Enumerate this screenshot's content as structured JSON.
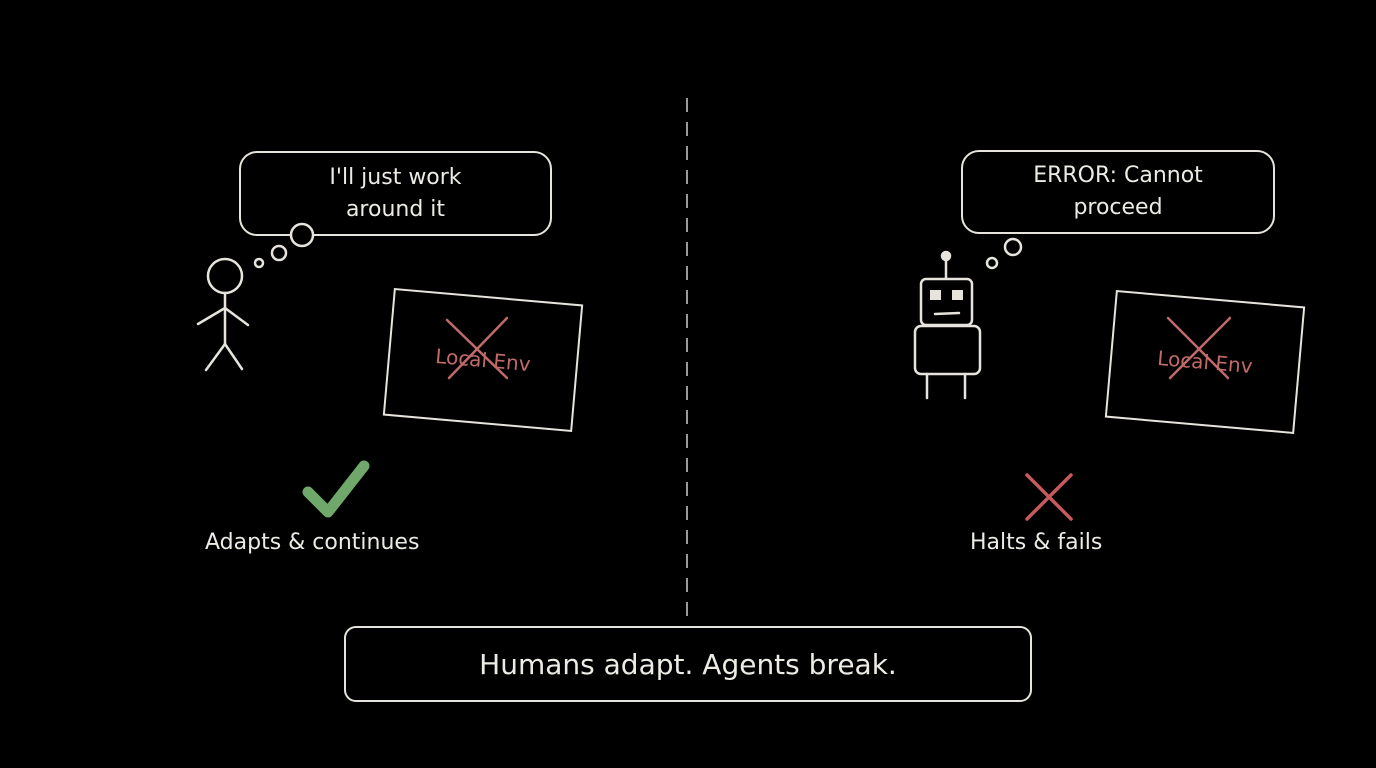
{
  "divider": {
    "style": "dashed",
    "color": "#9a9a9a"
  },
  "left_panel": {
    "actor": "human-stick-figure",
    "thought": "I'll just work around it",
    "thought_lines": [
      "I'll just work",
      "around it"
    ],
    "env_box_label": "Local Env",
    "env_box_status": "crossed-out",
    "result_icon": "checkmark-icon",
    "result_color": "#6fa86a",
    "result_label": "Adapts & continues"
  },
  "right_panel": {
    "actor": "robot",
    "thought": "ERROR: Cannot proceed",
    "thought_lines": [
      "ERROR: Cannot",
      "proceed"
    ],
    "env_box_label": "Local Env",
    "env_box_status": "crossed-out",
    "result_icon": "x-mark-icon",
    "result_color": "#c65a5e",
    "result_label": "Halts & fails"
  },
  "summary": {
    "text": "Humans adapt. Agents break."
  },
  "colors": {
    "stroke": "#e6e4dc",
    "cross": "#c06a6a",
    "check": "#6fa86a",
    "background": "#000000"
  }
}
